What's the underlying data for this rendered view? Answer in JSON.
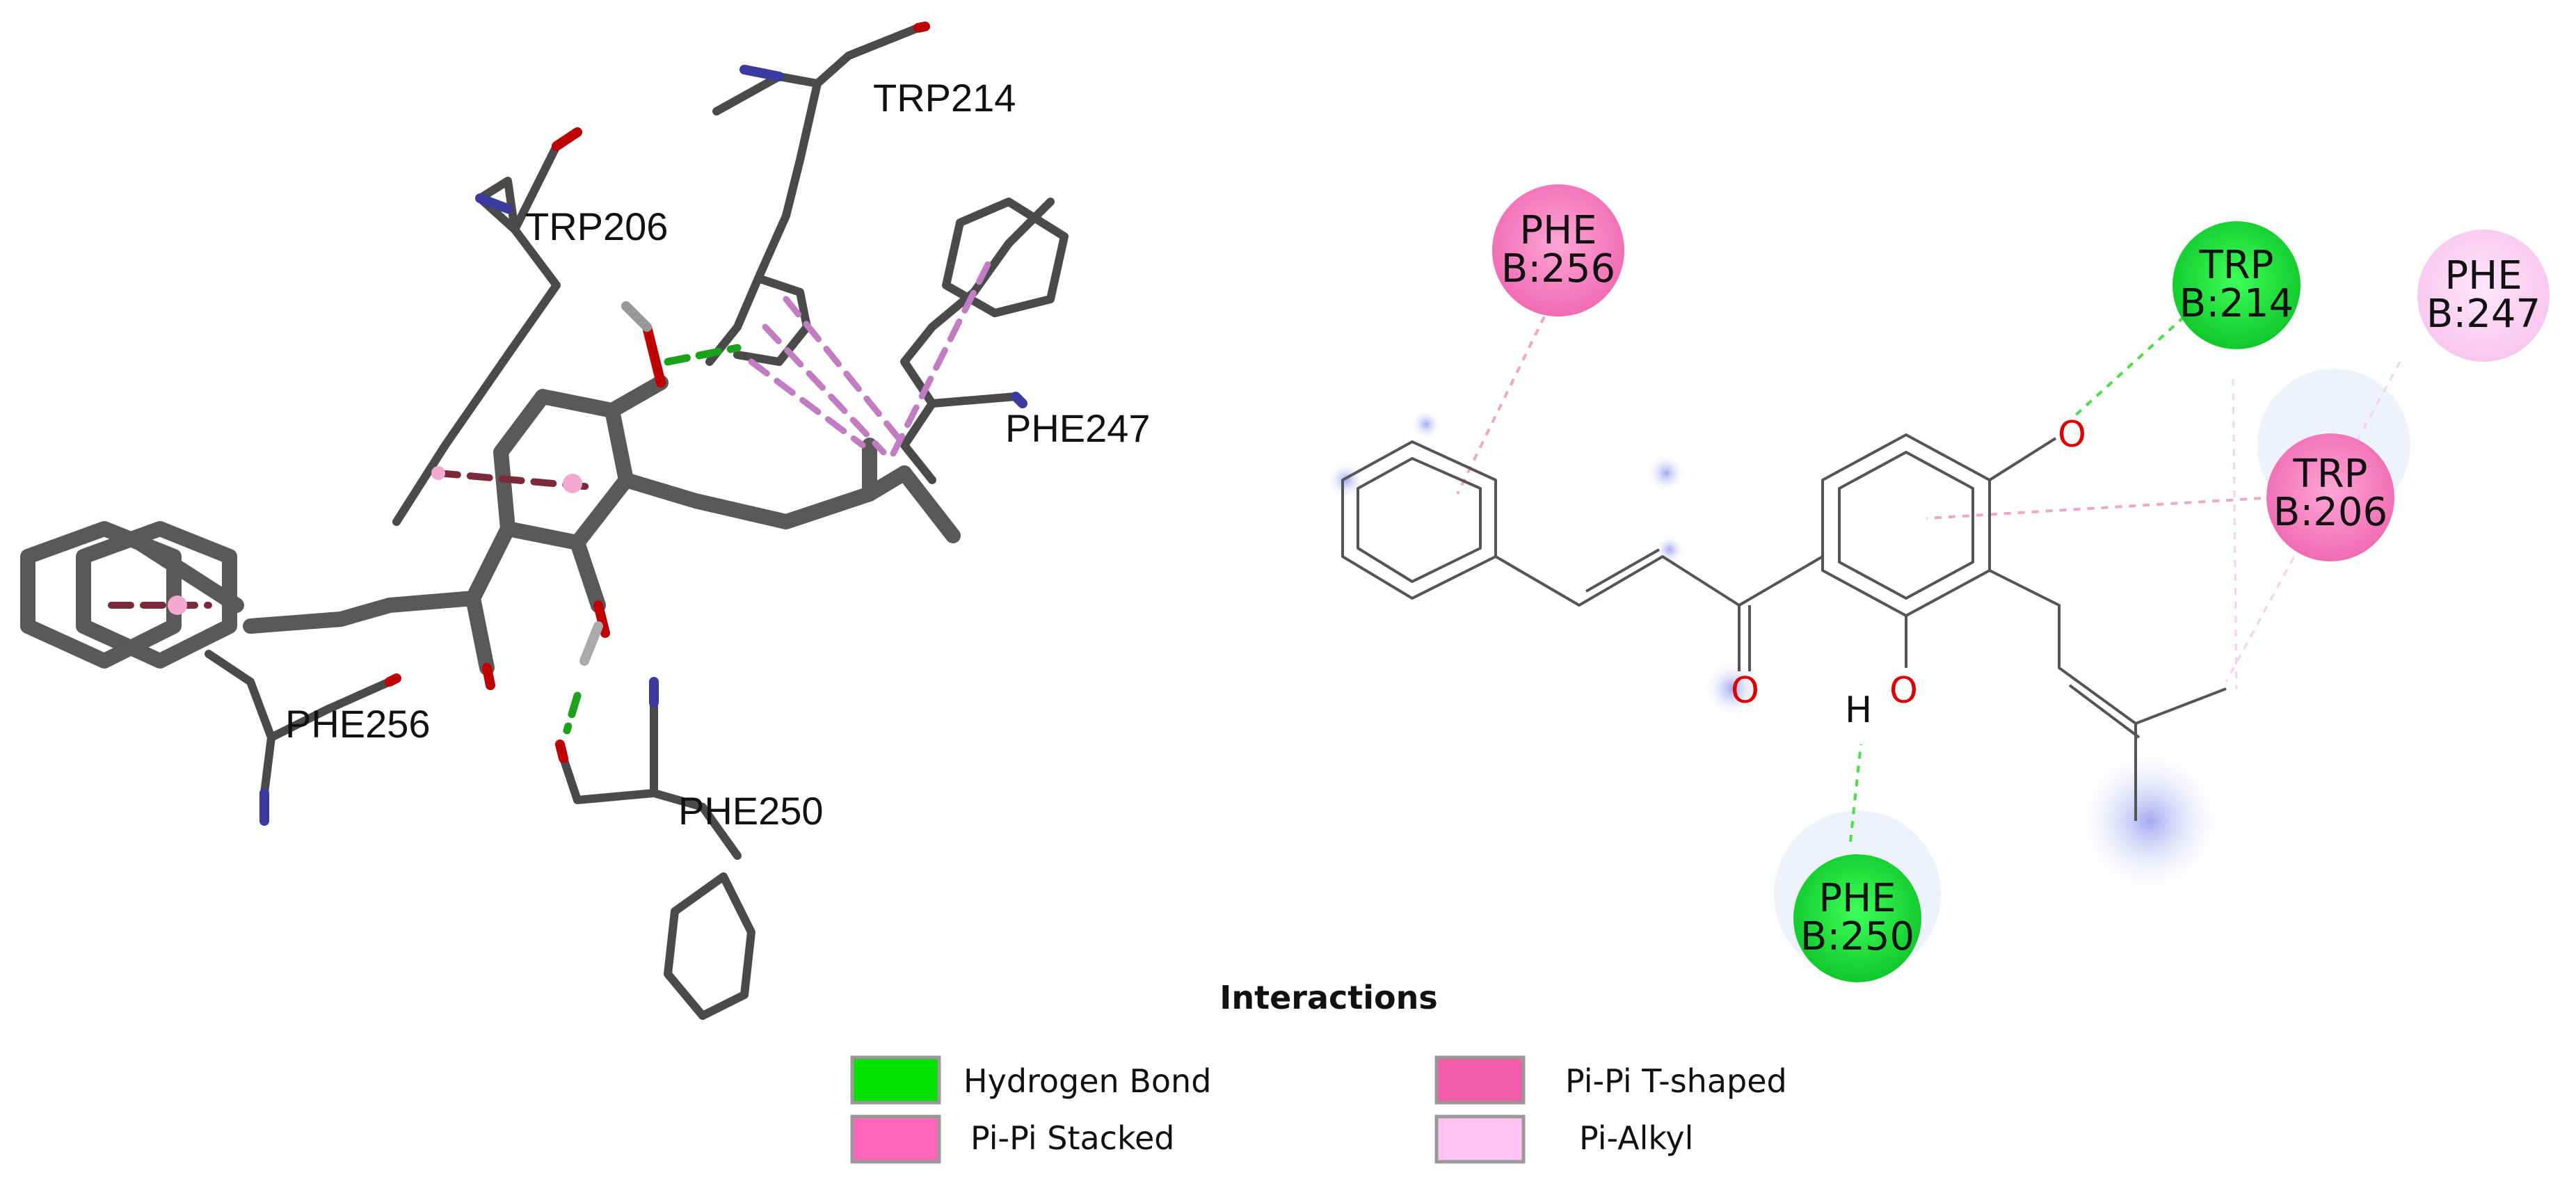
{
  "structure_3d": {
    "residue_labels": [
      "TRP214",
      "TRP206",
      "PHE247",
      "PHE256",
      "PHE250"
    ]
  },
  "diagram_2d": {
    "residues": [
      {
        "name": "PHE",
        "chain_pos": "B:256",
        "interaction": "Pi-Pi Stacked"
      },
      {
        "name": "TRP",
        "chain_pos": "B:214",
        "interaction": "Hydrogen Bond"
      },
      {
        "name": "PHE",
        "chain_pos": "B:247",
        "interaction": "Pi-Alkyl"
      },
      {
        "name": "TRP",
        "chain_pos": "B:206",
        "interaction": "Pi-Pi T-shaped"
      },
      {
        "name": "PHE",
        "chain_pos": "B:250",
        "interaction": "Hydrogen Bond"
      }
    ],
    "atoms": {
      "oxygen": "O",
      "hydrogen": "H"
    }
  },
  "legend": {
    "title": "Interactions",
    "items": [
      {
        "label": "Hydrogen Bond",
        "color": "#00e100"
      },
      {
        "label": "Pi-Pi T-shaped",
        "color": "#f25ca8"
      },
      {
        "label": "Pi-Pi Stacked",
        "color": "#ff66b8"
      },
      {
        "label": "Pi-Alkyl",
        "color": "#ffc4f2"
      }
    ]
  }
}
